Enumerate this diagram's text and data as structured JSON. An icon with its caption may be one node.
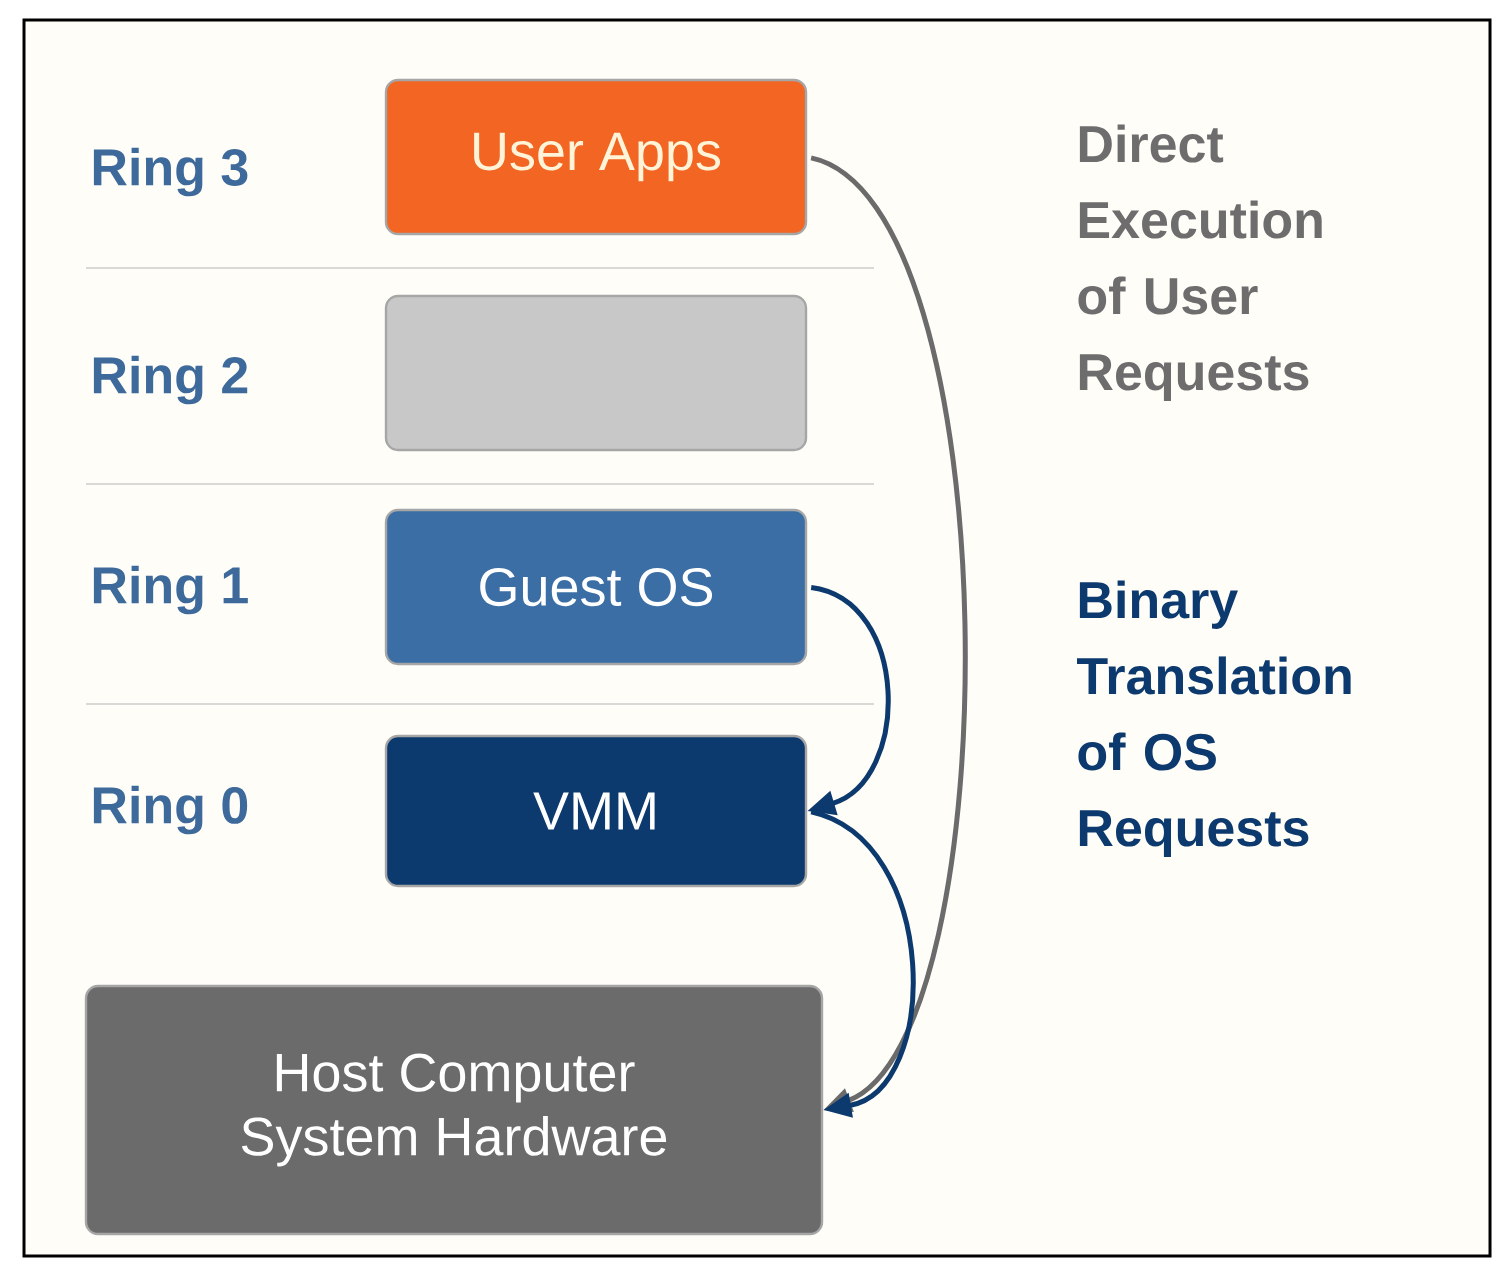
{
  "diagram": {
    "nodes": [
      {
        "text": [
          "User Apps"
        ]
      },
      {
        "text": [],
        "shape": "box"
      },
      {
        "text": [
          "Guest OS"
        ]
      },
      {
        "text": [
          "VMM"
        ]
      },
      {
        "text": [
          "Host Computer System Hardware"
        ]
      }
    ],
    "edges": [
      {
        "from": 0,
        "to": 4,
        "arrow": "to",
        "color": "#6b6b6b"
      },
      {
        "from": 2,
        "to": 3,
        "arrow": "to"
      },
      {
        "from": 3,
        "to": 4,
        "arrow": "to"
      }
    ],
    "labels": [
      "Ring 3",
      "Ring 2",
      "Ring 1",
      "Ring 0",
      "Direct Execution of User Requests",
      "Binary Translation of OS Requests"
    ]
  }
}
